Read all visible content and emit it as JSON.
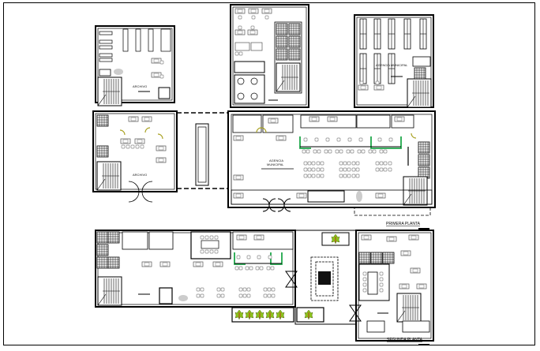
{
  "drawing": {
    "type": "architectural-floor-plan",
    "border_color": "#000000",
    "accent_colors": {
      "door_swing": "#a8a020",
      "partition_highlight": "#1fa84a",
      "planter_foliage": "#8cc21a",
      "furniture_gray": "#9a9a9a"
    }
  },
  "plans": {
    "upper_left": {
      "room_label": "ARCHIVO"
    },
    "upper_middle": {
      "room_label": ""
    },
    "upper_right": {
      "room_label": "AGENCIA MUNICIPAL"
    },
    "middle_left": {
      "room_label": "ARCHIVO"
    },
    "middle_main": {
      "room_label_line1": "AGENCIA",
      "room_label_line2": "MUNICIPAL"
    },
    "bottom": {
      "room_label": ""
    }
  },
  "titles": {
    "first_floor": "PRIMERA PLANTA",
    "second_floor": "SEGUNDA PLANTA"
  }
}
